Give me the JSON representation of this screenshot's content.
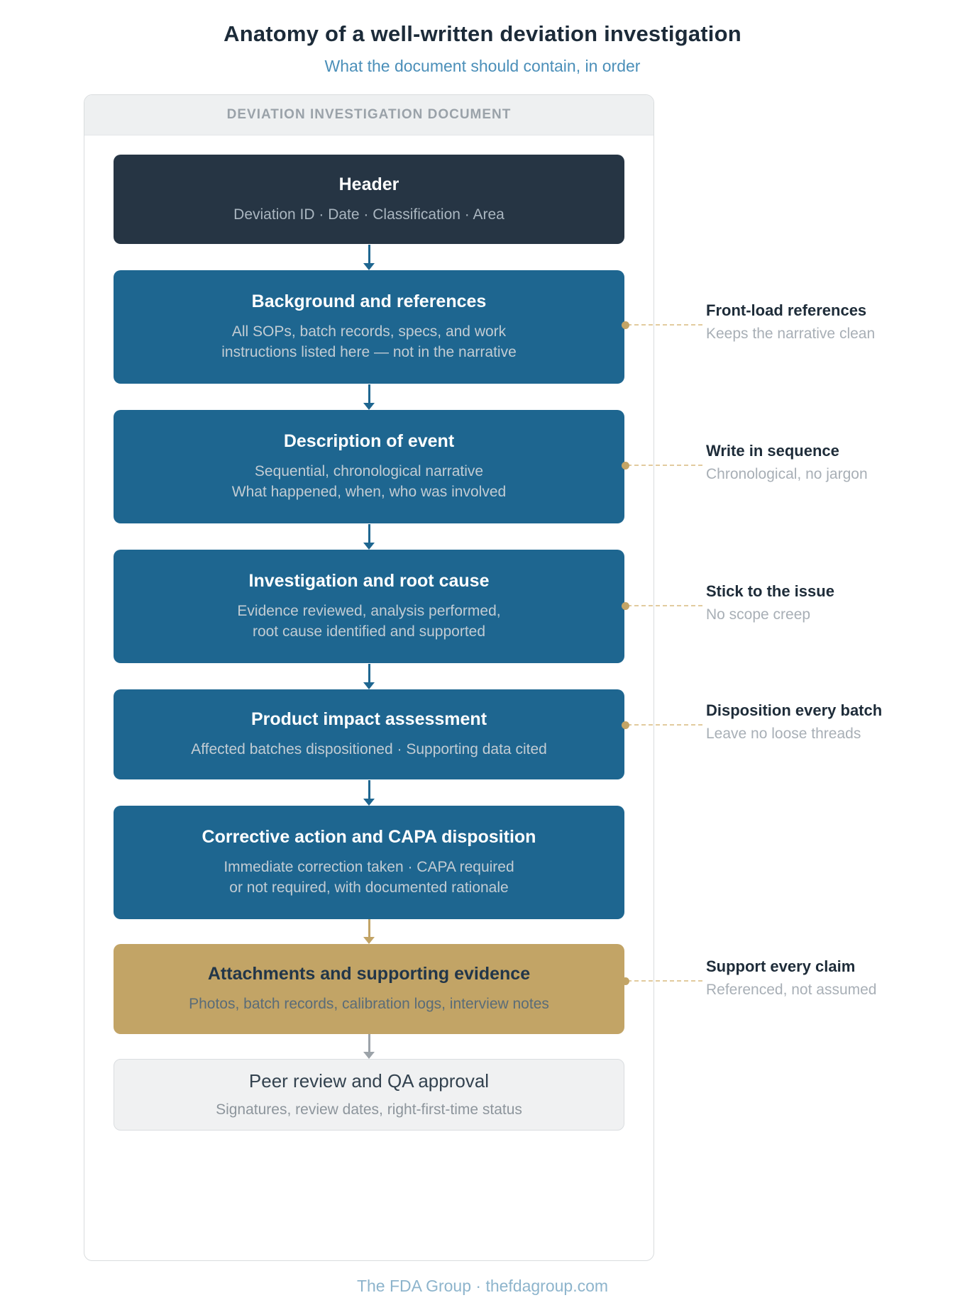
{
  "page": {
    "title": "Anatomy of a well-written deviation investigation",
    "subtitle": "What the document should contain, in order",
    "footer": "The FDA Group · thefdagroup.com"
  },
  "document": {
    "label": "DEVIATION INVESTIGATION DOCUMENT",
    "sections": [
      {
        "title": "Header",
        "style": "dark",
        "body": [
          "Deviation ID · Date · Classification · Area"
        ]
      },
      {
        "title": "Background and references",
        "style": "blue",
        "body": [
          "All SOPs, batch records, specs, and work",
          "instructions listed here — not in the narrative"
        ]
      },
      {
        "title": "Description of event",
        "style": "blue",
        "body": [
          "Sequential, chronological narrative",
          "What happened, when, who was involved"
        ]
      },
      {
        "title": "Investigation and root cause",
        "style": "blue",
        "body": [
          "Evidence reviewed, analysis performed,",
          "root cause identified and supported"
        ]
      },
      {
        "title": "Product impact assessment",
        "style": "blue",
        "body": [
          "Affected batches dispositioned · Supporting data cited"
        ]
      },
      {
        "title": "Corrective action and CAPA disposition",
        "style": "blue",
        "body": [
          "Immediate correction taken · CAPA required",
          "or not required, with documented rationale"
        ]
      },
      {
        "title": "Attachments and supporting evidence",
        "style": "gold",
        "body": [
          "Photos, batch records, calibration logs, interview notes"
        ]
      },
      {
        "title": "Peer review and QA approval",
        "style": "muted",
        "body": [
          "Signatures, review dates, right-first-time status"
        ]
      }
    ]
  },
  "annotations": [
    {
      "title": "Front-load references",
      "note": "Keeps the narrative clean",
      "attached_section": "Background and references"
    },
    {
      "title": "Write in sequence",
      "note": "Chronological, no jargon",
      "attached_section": "Description of event"
    },
    {
      "title": "Stick to the issue",
      "note": "No scope creep",
      "attached_section": "Investigation and root cause"
    },
    {
      "title": "Disposition every batch",
      "note": "Leave no loose threads",
      "attached_section": "Product impact assessment"
    },
    {
      "title": "Support every claim",
      "note": "Referenced, not assumed",
      "attached_section": "Attachments and supporting evidence"
    }
  ],
  "colors": {
    "accent_blue": "#1e6690",
    "dark_navy": "#263544",
    "gold": "#c2a466",
    "muted_gray": "#f0f1f2",
    "subtitle_blue": "#4b8fb9",
    "connector_tan": "#e2cb9e",
    "footer_blue": "#8db4cc"
  }
}
